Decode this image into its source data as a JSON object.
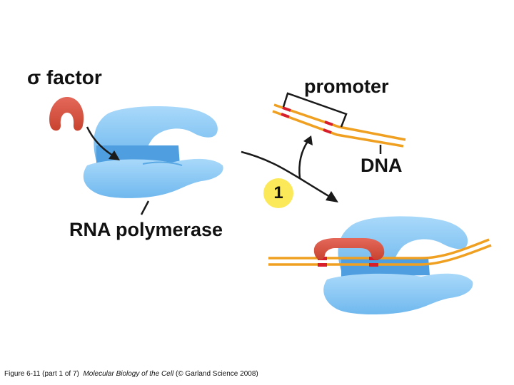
{
  "labels": {
    "sigma_symbol": "σ",
    "sigma_word": "factor",
    "promoter": "promoter",
    "dna": "DNA",
    "rna_polymerase": "RNA polymerase",
    "step": "1"
  },
  "caption": {
    "figure": "Figure 6-11 (part 1 of 7)",
    "book": "Molecular Biology of the Cell",
    "credit": "(© Garland Science 2008)"
  },
  "colors": {
    "polymerase": "#7ec4f2",
    "polymerase_dark": "#4f9fe0",
    "sigma": "#d9503e",
    "dna": "#f0a020",
    "promoter_mark": "#d81e2c",
    "badge": "#fbe95a"
  }
}
